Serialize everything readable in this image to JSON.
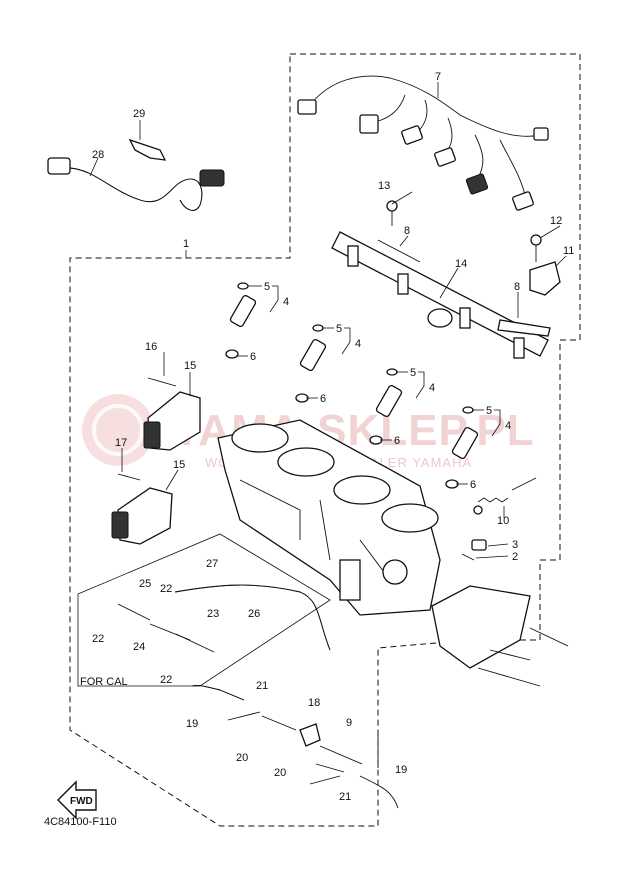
{
  "watermark": {
    "brand": "YAMA-SKLEP.PL",
    "tagline": "WOJCIECHOWSCY | DEALER YAMAHA"
  },
  "labels": {
    "p1": "1",
    "p2": "2",
    "p3": "3",
    "p4a": "4",
    "p4b": "4",
    "p4c": "4",
    "p4d": "4",
    "p5a": "5",
    "p5b": "5",
    "p5c": "5",
    "p5d": "5",
    "p6a": "6",
    "p6b": "6",
    "p6c": "6",
    "p6d": "6",
    "p7": "7",
    "p8a": "8",
    "p8b": "8",
    "p9": "9",
    "p10": "10",
    "p11": "11",
    "p12": "12",
    "p13": "13",
    "p14": "14",
    "p15a": "15",
    "p15b": "15",
    "p16": "16",
    "p17": "17",
    "p18": "18",
    "p19a": "19",
    "p19b": "19",
    "p20a": "20",
    "p20b": "20",
    "p21a": "21",
    "p21b": "21",
    "p22a": "22",
    "p22b": "22",
    "p22c": "22",
    "p23": "23",
    "p24": "24",
    "p25": "25",
    "p26": "26",
    "p27": "27",
    "p28": "28",
    "p29": "29"
  },
  "for_cal": "FOR CAL",
  "fwd": "FWD",
  "diagram_code": "4C84100-F110"
}
